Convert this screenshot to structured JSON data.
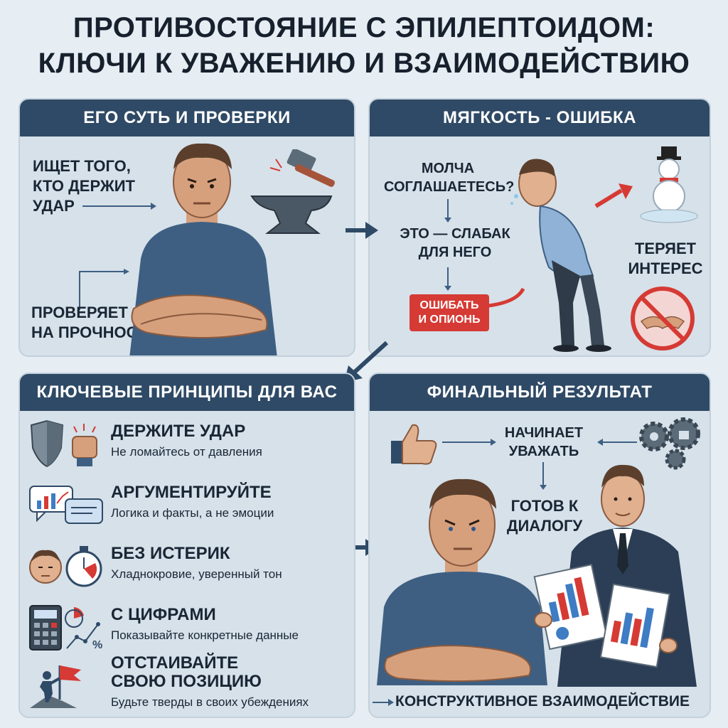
{
  "title": {
    "line1": "ПРОТИВОСТОЯНИЕ С ЭПИЛЕПТОИДОМ:",
    "line2": "КЛЮЧИ К УВАЖЕНИЮ И ВЗАИМОДЕЙСТВИЮ"
  },
  "panels": {
    "essence": {
      "header": "ЕГО СУТЬ И ПРОВЕРКИ",
      "seeks_line1": "ИЩЕТ ТОГО,",
      "seeks_line2": "КТО ДЕРЖИТ",
      "seeks_line3": "УДАР",
      "tests_line1": "ПРОВЕРЯЕТ",
      "tests_line2": "НА ПРОЧНОСТЬ"
    },
    "softness": {
      "header": "МЯГКОСТЬ - ОШИБКА",
      "question_line1": "МОЛЧА",
      "question_line2": "СОГЛАШАЕТЕСЬ?",
      "weak_line1": "ЭТО — СЛАБАК",
      "weak_line2": "ДЛЯ НЕГО",
      "mistake_line1": "ОШИБАТЬ",
      "mistake_line2": "И ОПИОНЬ",
      "loses_line1": "ТЕРЯЕТ",
      "loses_line2": "ИНТЕРЕС"
    },
    "principles": {
      "header": "КЛЮЧЕВЫЕ ПРИНЦИПЫ ДЛЯ ВАС",
      "items": [
        {
          "title": "ДЕРЖИТЕ УДАР",
          "desc": "Не ломайтесь от давления"
        },
        {
          "title": "АРГУМЕНТИРУЙТЕ",
          "desc": "Логика и факты, а не эмоции"
        },
        {
          "title": "БЕЗ ИСТЕРИК",
          "desc": "Хладнокровие, уверенный тон"
        },
        {
          "title": "С ЦИФРАМИ",
          "desc": "Показывайте конкретные данные"
        },
        {
          "title_line1": "ОТСТАИВАЙТЕ",
          "title_line2": "СВОЮ ПОЗИЦИЮ",
          "desc": "Будьте тверды в своих убеждениях"
        }
      ]
    },
    "result": {
      "header": "ФИНАЛЬНЫЙ РЕЗУЛЬТАТ",
      "respect_line1": "НАЧИНАЕТ",
      "respect_line2": "УВАЖАТЬ",
      "dialog_line1": "ГОТОВ К",
      "dialog_line2": "ДИАЛОГУ",
      "outcome": "КОНСТРУКТИВНОЕ ВЗАИМОДЕЙСТВИЕ"
    }
  },
  "colors": {
    "header_bg": "#2f4a66",
    "panel_bg": "#d6e1ea",
    "accent_red": "#d63a34",
    "shirt_blue": "#3e5f82"
  }
}
